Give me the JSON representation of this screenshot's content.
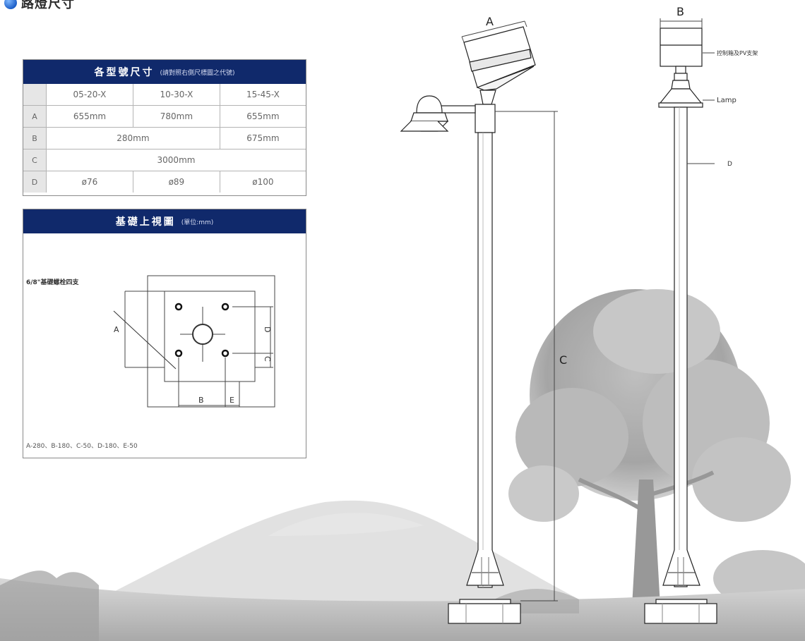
{
  "heading": {
    "title": "路燈尺寸",
    "icon": "globe-icon"
  },
  "dimensions_table": {
    "title": "各型號尺寸",
    "note": "(請對照右側尺標圖之代號)",
    "models": [
      "05-20-X",
      "10-30-X",
      "15-45-X"
    ],
    "rows": [
      {
        "label": "A",
        "cells": [
          "655mm",
          "780mm",
          "655mm"
        ]
      },
      {
        "label": "B",
        "cells": [
          "280mm",
          "675mm"
        ]
      },
      {
        "label": "C",
        "cells": [
          "3000mm"
        ]
      },
      {
        "label": "D",
        "cells": [
          "ø76",
          "ø89",
          "ø100"
        ]
      }
    ]
  },
  "foundation": {
    "title": "基礎上視圖",
    "unit_note": "(單位:mm)",
    "bolt_label": "6/8\"基礎螺栓四支",
    "labels": {
      "a": "A",
      "b": "B",
      "c": "C",
      "d": "D",
      "e": "E"
    },
    "dimensions": "A-280、B-180、C-50、D-180、E-50"
  },
  "front_view": {
    "label_a": "A",
    "label_c": "C"
  },
  "side_view": {
    "label_b": "B",
    "label_pv": "控制箱及PV支架",
    "label_lamp": "Lamp",
    "label_d": "D"
  },
  "colors": {
    "header_blue": "#10296b",
    "line": "#222222",
    "dim_line": "#555555"
  }
}
